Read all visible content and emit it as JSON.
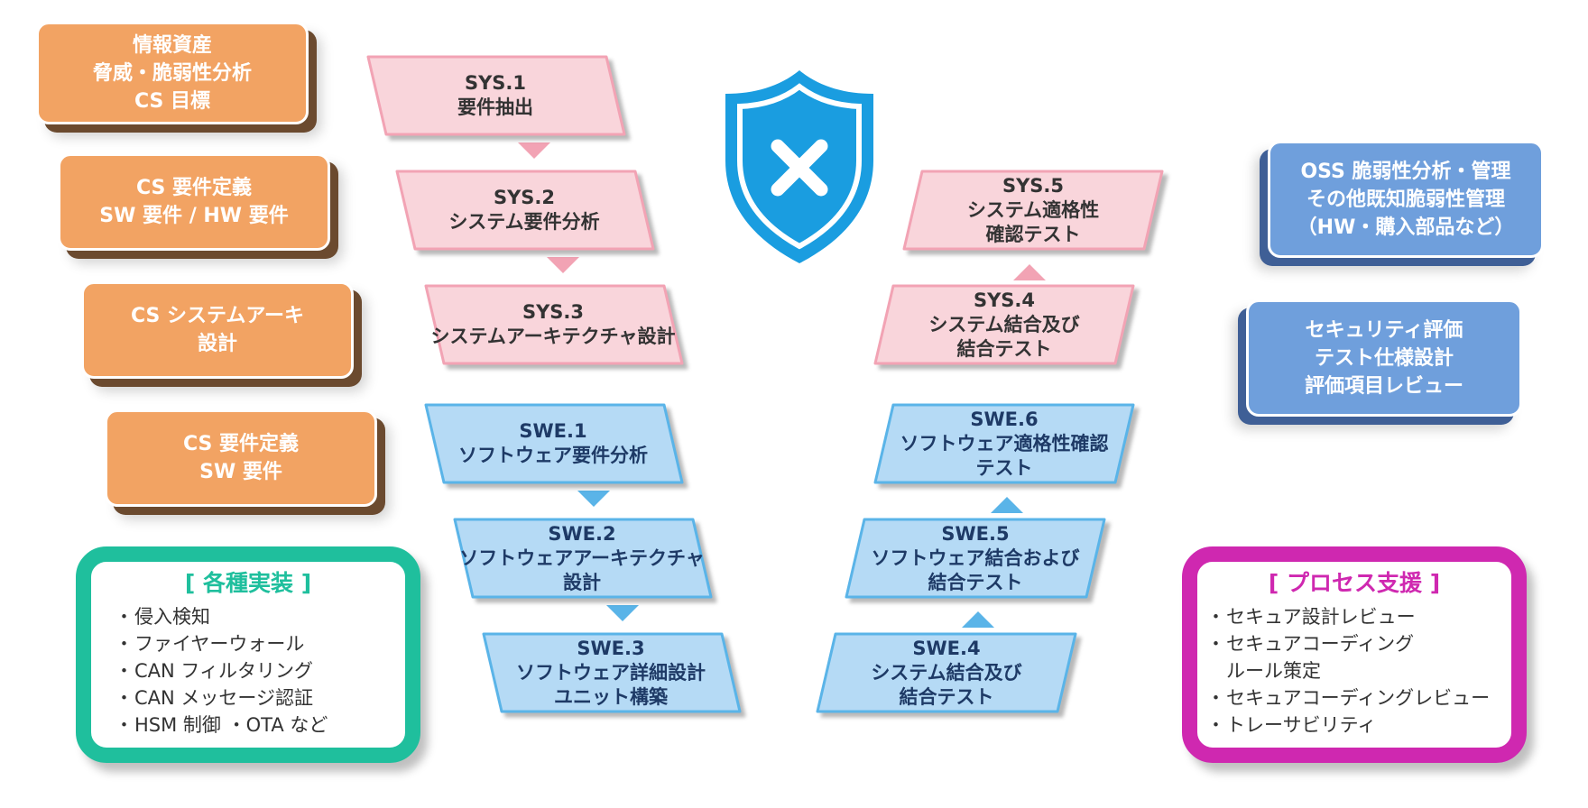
{
  "left_boxes": [
    {
      "lines": [
        "情報資産",
        "脅威・脆弱性分析",
        "CS 目標"
      ]
    },
    {
      "lines": [
        "CS 要件定義",
        "SW 要件 / HW 要件"
      ]
    },
    {
      "lines": [
        "CS システムアーキ",
        "設計"
      ]
    },
    {
      "lines": [
        "CS 要件定義",
        "SW 要件"
      ]
    }
  ],
  "right_boxes": [
    {
      "lines": [
        "OSS 脆弱性分析・管理",
        "その他既知脆弱性管理",
        "（HW・購入部品など）"
      ]
    },
    {
      "lines": [
        "セキュリティ評価",
        "テスト仕様設計",
        "評価項目レビュー"
      ]
    }
  ],
  "sys_left": [
    {
      "id": "SYS.1",
      "lines": [
        "要件抽出"
      ]
    },
    {
      "id": "SYS.2",
      "lines": [
        "システム要件分析"
      ]
    },
    {
      "id": "SYS.3",
      "lines": [
        "システムアーキテクチャ設計"
      ]
    }
  ],
  "sys_right": [
    {
      "id": "SYS.5",
      "lines": [
        "システム適格性",
        "確認テスト"
      ]
    },
    {
      "id": "SYS.4",
      "lines": [
        "システム結合及び",
        "結合テスト"
      ]
    }
  ],
  "swe_left": [
    {
      "id": "SWE.1",
      "lines": [
        "ソフトウェア要件分析"
      ]
    },
    {
      "id": "SWE.2",
      "lines": [
        "ソフトウェアアーキテクチャ",
        "設計"
      ]
    },
    {
      "id": "SWE.3",
      "lines": [
        "ソフトウェア詳細設計",
        "ユニット構築"
      ]
    }
  ],
  "swe_right": [
    {
      "id": "SWE.6",
      "lines": [
        "ソフトウェア適格性確認",
        "テスト"
      ]
    },
    {
      "id": "SWE.5",
      "lines": [
        "ソフトウェア結合および",
        "結合テスト"
      ]
    },
    {
      "id": "SWE.4",
      "lines": [
        "システム結合及び",
        "結合テスト"
      ]
    }
  ],
  "implementation": {
    "title": "[ 各種実装 ]",
    "bullet": "・",
    "items": [
      "侵入検知",
      "ファイヤーウォール",
      "CAN フィルタリング",
      "CAN メッセージ認証",
      "HSM 制御 ・OTA など"
    ]
  },
  "process_support": {
    "title": "[ プロセス支援 ]",
    "bullet": "・",
    "items": [
      "セキュア設計レビュー",
      "セキュアコーディング",
      "ルール策定",
      "セキュアコーディングレビュー",
      "トレーサビリティ"
    ]
  },
  "colors": {
    "orange": "#f2a363",
    "blue_box": "#6f9fdc",
    "pink_fill": "#f9d5db",
    "pink_border": "#f2a3b4",
    "sky_fill": "#b5daf5",
    "sky_border": "#5ab4e8",
    "teal": "#1fbf9d",
    "magenta": "#cf28b0",
    "shield": "#1a9de0"
  },
  "icons": {
    "shield": "shield-x-icon"
  }
}
